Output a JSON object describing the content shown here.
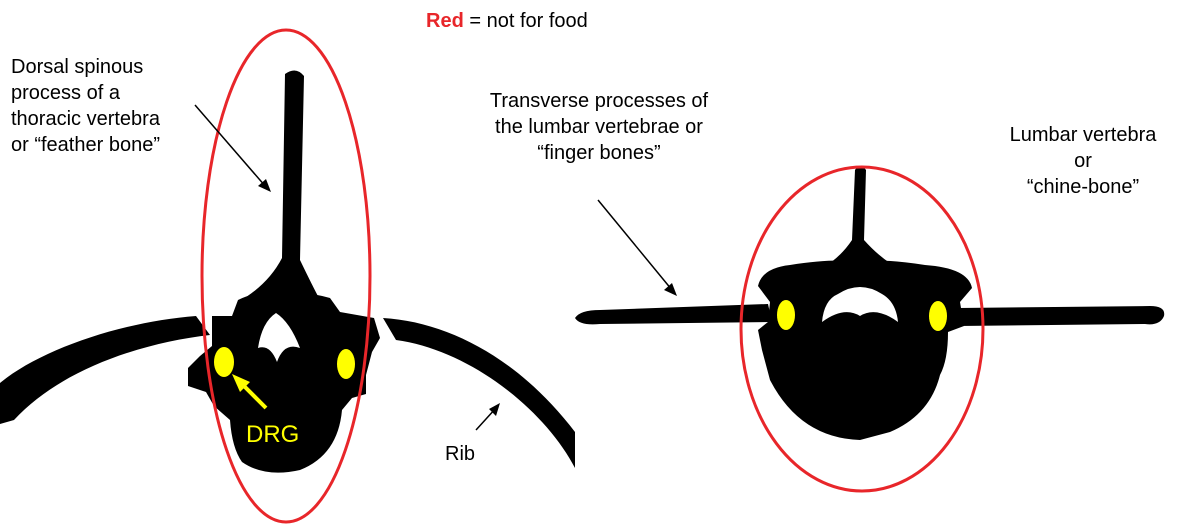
{
  "legend": {
    "red_word": "Red",
    "rest": "= not for food"
  },
  "labels": {
    "dorsal": [
      "Dorsal spinous",
      "process of a",
      "thoracic vertebra",
      "or  “feather bone”"
    ],
    "transverse": [
      "Transverse processes of",
      "the lumbar vertebrae or",
      "“finger bones”"
    ],
    "lumbar": [
      "Lumbar vertebra",
      "or",
      "“chine-bone”"
    ],
    "drg": "DRG",
    "rib": "Rib"
  },
  "colors": {
    "bone": "#000000",
    "not_for_food_outline": "#e8262a",
    "drg": "#ffff00"
  }
}
